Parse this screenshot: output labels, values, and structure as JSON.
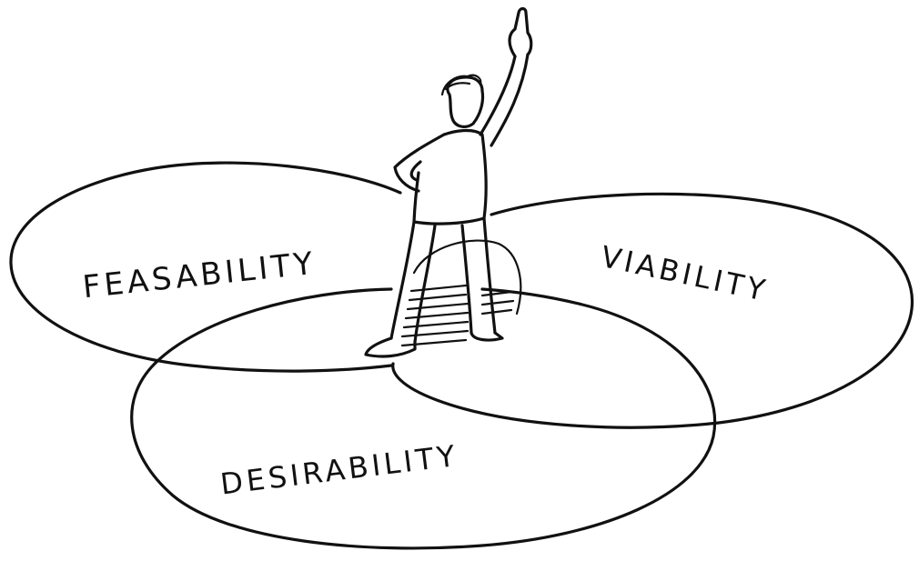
{
  "diagram": {
    "sets": [
      {
        "id": "feasability",
        "label": "FEASABILITY"
      },
      {
        "id": "viability",
        "label": "VIABILITY"
      },
      {
        "id": "desirability",
        "label": "DESIRABILITY"
      }
    ],
    "center_figure": "person-pointing-up-icon",
    "ink_color": "#111111",
    "background_color": "#ffffff"
  }
}
